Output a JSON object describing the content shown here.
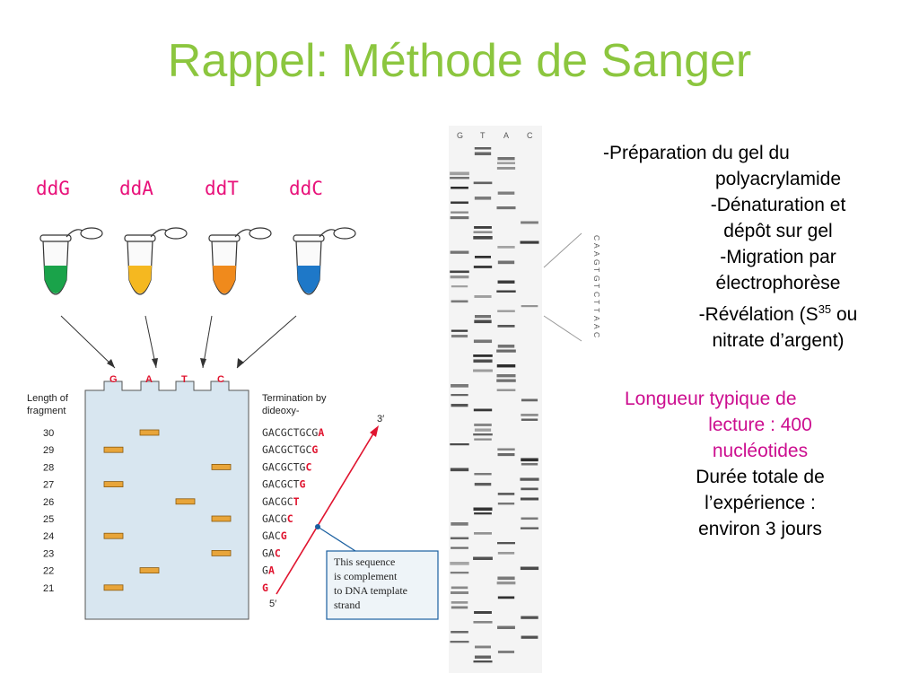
{
  "title": "Rappel: Méthode de Sanger",
  "tubes": [
    "ddG",
    "ddA",
    "ddT",
    "ddC"
  ],
  "colors": {
    "title": "#8cc63f",
    "tube_label": "#e8127a",
    "pink_text": "#cc0e8f",
    "ddG": "#1aa34a",
    "ddA": "#f5b820",
    "ddT": "#f08a1c",
    "ddC": "#1e78c8"
  },
  "gel_diagram": {
    "lanes": [
      "G",
      "A",
      "T",
      "C"
    ],
    "length_label": [
      "Length of",
      "fragment"
    ],
    "termination_label": [
      "Termination by",
      "dideoxy-"
    ],
    "fragments": [
      {
        "len": "30",
        "seq": "GACGCTGCG",
        "end": "A",
        "lane": 1
      },
      {
        "len": "29",
        "seq": "GACGCTGC",
        "end": "G",
        "lane": 0
      },
      {
        "len": "28",
        "seq": "GACGCTG",
        "end": "C",
        "lane": 3
      },
      {
        "len": "27",
        "seq": "GACGCT",
        "end": "G",
        "lane": 0
      },
      {
        "len": "26",
        "seq": "GACGC",
        "end": "T",
        "lane": 2
      },
      {
        "len": "25",
        "seq": "GACG",
        "end": "C",
        "lane": 3
      },
      {
        "len": "24",
        "seq": "GAC",
        "end": "G",
        "lane": 0
      },
      {
        "len": "23",
        "seq": "GA",
        "end": "C",
        "lane": 3
      },
      {
        "len": "22",
        "seq": "G",
        "end": "A",
        "lane": 1
      },
      {
        "len": "21",
        "seq": "",
        "end": "G",
        "lane": 0
      }
    ],
    "prime3": "3′",
    "prime5": "5′",
    "note": [
      "This sequence",
      "is complement",
      "to DNA template",
      "strand"
    ]
  },
  "autorad": {
    "lanes": [
      "G",
      "T",
      "A",
      "C"
    ],
    "sequence_readout": [
      "C",
      "A",
      "A",
      "G",
      "T",
      "G",
      "T",
      "C",
      "T",
      "T",
      "A",
      "A",
      "C"
    ]
  },
  "steps": [
    {
      "line1": "-Préparation du gel du",
      "line2": "polyacrylamide"
    },
    {
      "line1": "-Dénaturation et",
      "line2": "dépôt sur gel"
    },
    {
      "line1": "-Migration par",
      "line2": "électrophorèse"
    },
    {
      "pre": "-Révélation (S",
      "sup": "35",
      "post": " ou",
      "line2": "nitrate d’argent)"
    }
  ],
  "read_length": [
    "Longueur typique de",
    "lecture : 400",
    "nucléotides"
  ],
  "duration": [
    "Durée totale de",
    "l’expérience :",
    "environ 3 jours"
  ]
}
